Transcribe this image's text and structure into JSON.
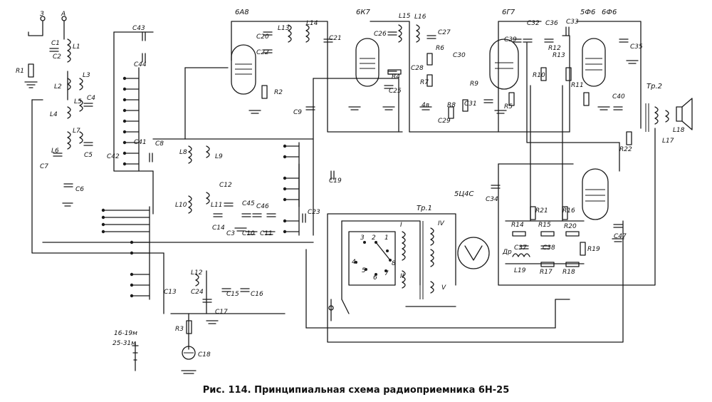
{
  "caption": "Рис. 114. Принципиальная схема радиоприемника 6Н-25",
  "tubes": [
    "6А8",
    "6К7",
    "6Г7",
    "5Ф6",
    "6Ф6",
    "5Ц4С"
  ],
  "transformers": [
    "Тр.1",
    "Тр.2"
  ],
  "antenna_band_label": [
    "16-19м",
    "25-31м"
  ],
  "labels": {
    "L1": "L1",
    "L2": "L2",
    "L3": "L3",
    "L4": "L4",
    "L5": "L5",
    "L6": "L6",
    "L7": "L7",
    "L8": "L8",
    "L9": "L9",
    "L10": "L10",
    "L11": "L11",
    "L12": "L12",
    "L13": "L13",
    "L14": "L14",
    "L15": "L15",
    "L16": "L16",
    "L17": "L17",
    "L18": "L18",
    "L19": "L19",
    "C1": "C1",
    "C2": "C2",
    "C3": "C3",
    "C4": "C4",
    "C5": "C5",
    "C6": "C6",
    "C7": "C7",
    "C8": "C8",
    "C9": "C9",
    "C10": "C10",
    "C11": "C11",
    "C12": "C12",
    "C13": "C13",
    "C14": "C14",
    "C15": "C15",
    "C16": "C16",
    "C17": "C17",
    "C18": "C18",
    "C19": "C19",
    "C20": "C20",
    "C21": "C21",
    "C22": "C22",
    "C23": "C23",
    "C24": "C24",
    "C25": "C25",
    "C26": "C26",
    "C27": "C27",
    "C28": "C28",
    "C29": "C29",
    "C30": "C30",
    "C31": "C31",
    "C32": "C32",
    "C33": "C33",
    "C34": "C34",
    "C35": "C35",
    "C36": "C36",
    "C37": "C37",
    "C38": "C38",
    "C39": "C39",
    "C40": "C40",
    "C41": "C41",
    "C42": "C42",
    "C43": "C43",
    "C44": "C44",
    "C45": "C45",
    "C46": "C46",
    "C47": "C47",
    "R1": "R1",
    "R2": "R2",
    "R3": "R3",
    "R4": "R4",
    "R5": "R5",
    "R6": "R6",
    "R7": "R7",
    "R8": "R8",
    "R9": "R9",
    "R10": "R10",
    "R11": "R11",
    "R12": "R12",
    "R13": "R13",
    "R14": "R14",
    "R15": "R15",
    "R16": "R16",
    "R17": "R17",
    "R18": "R18",
    "R19": "R19",
    "R20": "R20",
    "R21": "R21",
    "R22": "R22",
    "Dr": "Др",
    "ant_A": "А",
    "ant_Z": "З",
    "four_v": "4в",
    "tr_I": "I",
    "tr_II": "II",
    "tr_IV": "IV",
    "tr_V": "V",
    "sw1": "1",
    "sw2": "2",
    "sw3": "3",
    "sw4": "4",
    "sw5": "5",
    "sw6": "6",
    "sw7": "7",
    "sw8": "8"
  }
}
